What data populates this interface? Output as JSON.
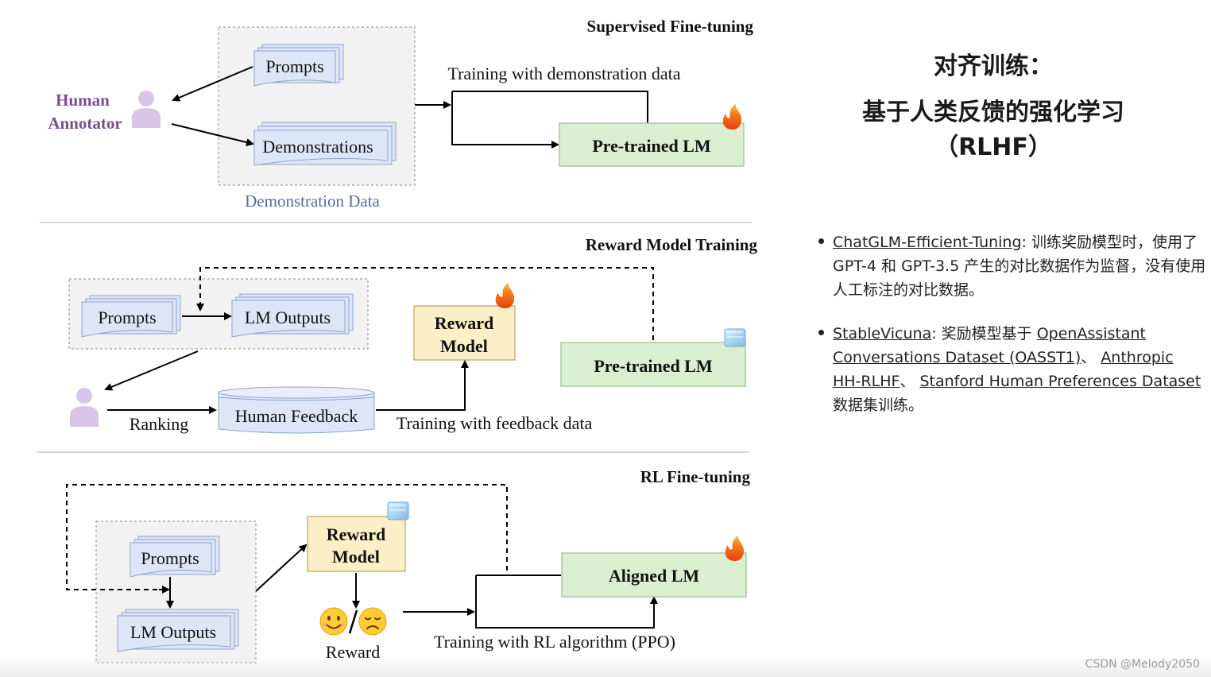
{
  "sft": {
    "title": "Supervised Fine-tuning",
    "annotator_line1": "Human",
    "annotator_line2": "Annotator",
    "prompts": "Prompts",
    "demonstrations": "Demonstrations",
    "data_caption": "Demonstration Data",
    "training_label": "Training with demonstration data",
    "model": "Pre-trained LM"
  },
  "rm": {
    "title": "Reward Model Training",
    "prompts": "Prompts",
    "outputs": "LM Outputs",
    "reward_line1": "Reward",
    "reward_line2": "Model",
    "model": "Pre-trained LM",
    "ranking": "Ranking",
    "feedback": "Human Feedback",
    "training_label": "Training with feedback data"
  },
  "rl": {
    "title": "RL Fine-tuning",
    "prompts": "Prompts",
    "outputs": "LM Outputs",
    "reward_line1": "Reward",
    "reward_line2": "Model",
    "reward_caption": "Reward",
    "model": "Aligned LM",
    "training_label": "Training with RL algorithm (PPO)"
  },
  "side": {
    "title_line1": "对齐训练：",
    "title_line2": "基于人类反馈的强化学习",
    "title_line3": "（RLHF）",
    "note1_link": "ChatGLM-Efficient-Tuning",
    "note1_text": ": 训练奖励模型时，使用了 GPT-4 和 GPT-3.5 产生的对比数据作为监督，没有使用人工标注的对比数据。",
    "note2_link1": "StableVicuna",
    "note2_text1": ": 奖励模型基于 ",
    "note2_link2": "OpenAssistant Conversations Dataset (OASST1)",
    "note2_text2": "、 ",
    "note2_link3": "Anthropic HH-RLHF",
    "note2_text3": "、 ",
    "note2_link4": "Stanford Human Preferences Dataset",
    "note2_text4": " 数据集训练。"
  },
  "watermark": "CSDN @Melody2050",
  "icons": [
    "fire-icon",
    "ice-cube-icon",
    "person-icon",
    "smile-emoji-icon",
    "sad-emoji-icon"
  ],
  "colors": {
    "prompt_fill": "#dde6f7",
    "prompt_stroke": "#8ea3cf",
    "model_fill": "#d9efd0",
    "model_stroke": "#a9c99b",
    "reward_fill": "#fbefc7",
    "reward_stroke": "#c9b47a",
    "annotator": "#7a4f8f",
    "person": "#d9c6e6",
    "caption": "#5a6a9a"
  }
}
